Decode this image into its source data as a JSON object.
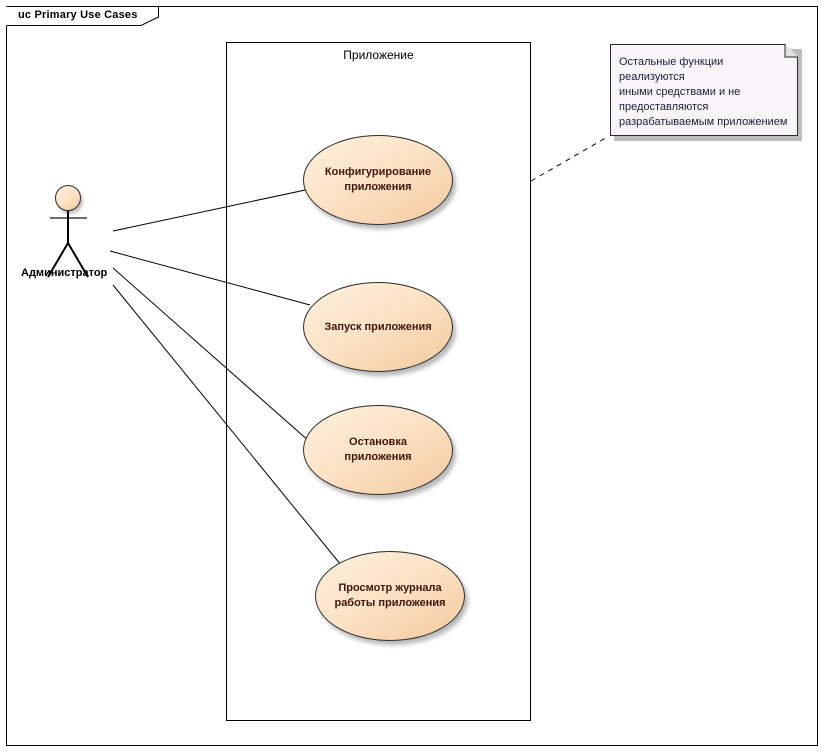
{
  "diagram": {
    "title_tab": "uc Primary Use Cases",
    "boundary_label": "Приложение",
    "colors": {
      "usecase_fill_light": "#fdf0de",
      "usecase_fill_dark": "#f3ca9e",
      "usecase_text": "#40160f",
      "note_fill": "#f8f5f8",
      "note_text": "#1d1d3a",
      "line": "#2b2b2b",
      "frame": "#000000"
    }
  },
  "actor": {
    "name": "Администратор"
  },
  "use_cases": [
    {
      "label_line1": "Конфигурирование",
      "label_line2": "приложения"
    },
    {
      "label_line1": "Запуск приложения",
      "label_line2": ""
    },
    {
      "label_line1": "Остановка",
      "label_line2": "приложения"
    },
    {
      "label_line1": "Просмотр журнала",
      "label_line2": "работы приложения"
    }
  ],
  "note": {
    "line1": "Остальные функции реализуются",
    "line2": "иными средствами и не",
    "line3": "предоставляются",
    "line4": "разрабатываемым приложением"
  }
}
